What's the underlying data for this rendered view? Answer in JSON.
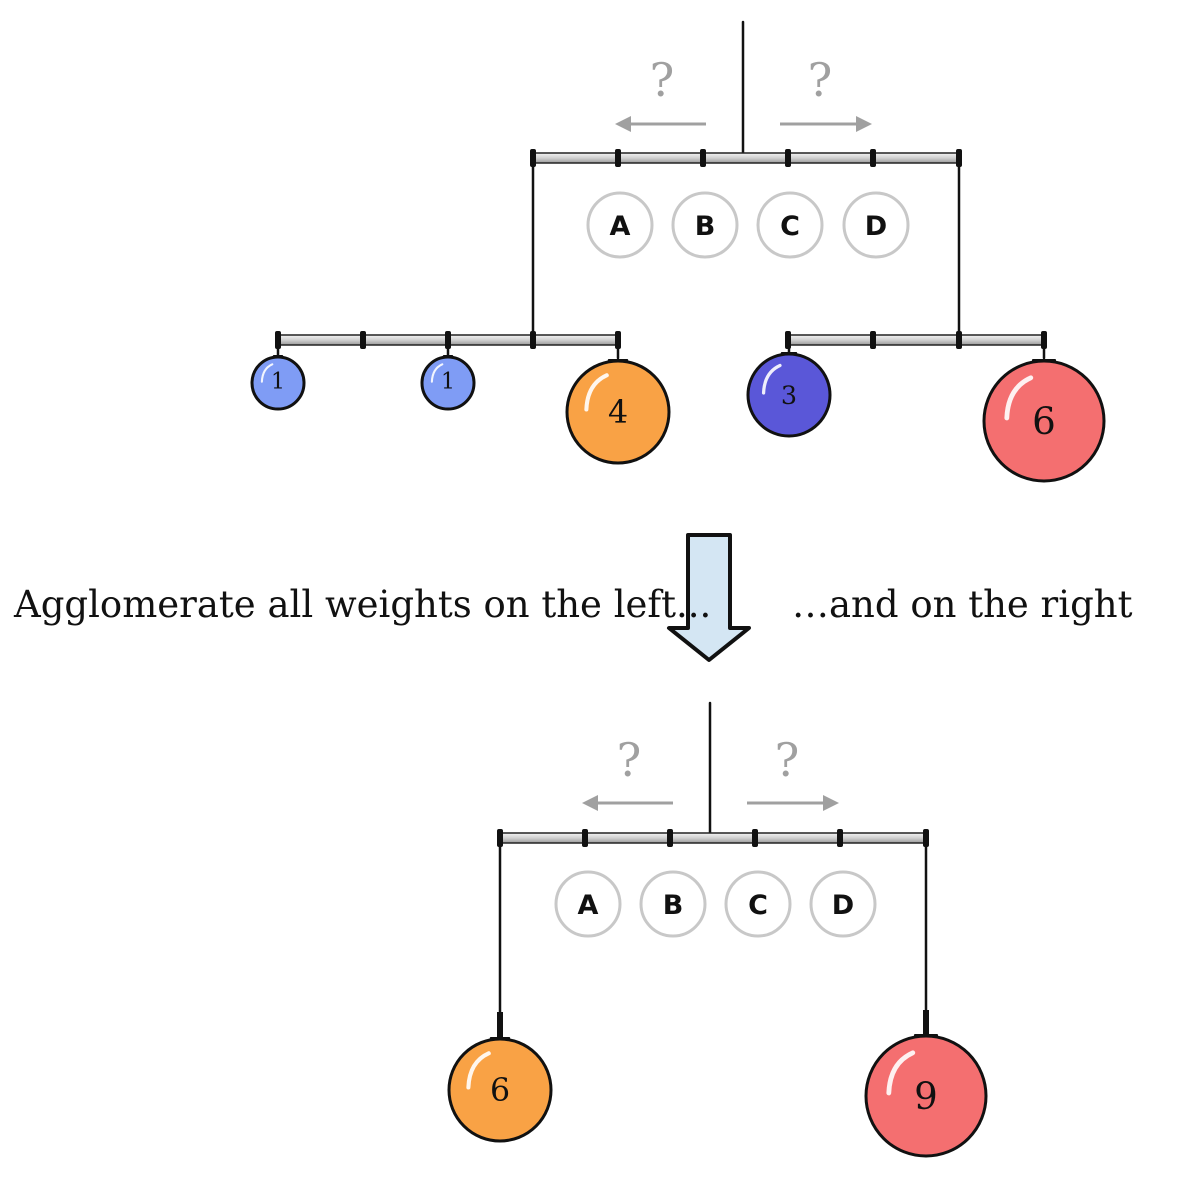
{
  "top_mobile": {
    "question_left": "?",
    "question_right": "?",
    "options": [
      "A",
      "B",
      "C",
      "D"
    ],
    "left_arm_weights": [
      "1",
      "1",
      "4"
    ],
    "right_arm_weights": [
      "3",
      "6"
    ]
  },
  "transition": {
    "left_caption": "Agglomerate all weights on the left...",
    "right_caption": "…and on the right",
    "arrow_icon": "down-arrow-icon"
  },
  "bottom_mobile": {
    "question_left": "?",
    "question_right": "?",
    "options": [
      "A",
      "B",
      "C",
      "D"
    ],
    "left_weight": "6",
    "right_weight": "9"
  },
  "colors": {
    "blue_light": "#7f9cf5",
    "blue_dark": "#5a57d8",
    "orange": "#f9a245",
    "red": "#f46f70",
    "arrow_fill": "#d4e6f3",
    "question_gray": "#a0a0a0"
  }
}
